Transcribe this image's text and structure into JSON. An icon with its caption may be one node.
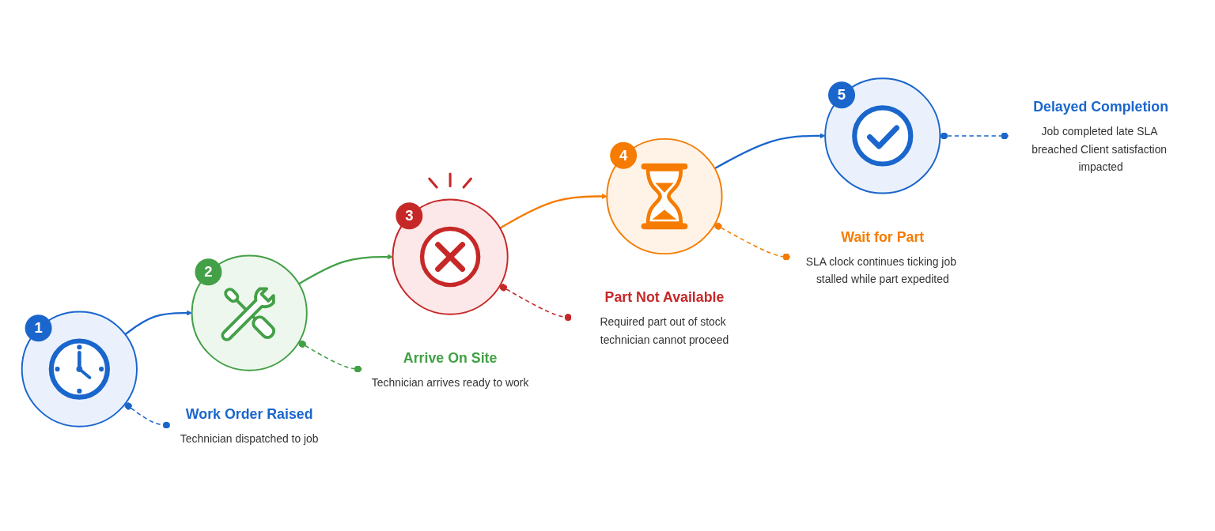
{
  "diagram": {
    "nodes": [
      {
        "text": [
          "1"
        ]
      },
      {
        "text": [
          "Work Order Raised",
          "Technician dispatched to job"
        ]
      },
      {
        "text": [
          "2"
        ]
      },
      {
        "text": [
          "Arrive On Site",
          "Technician arrives ready to work"
        ]
      },
      {
        "text": [
          "3"
        ]
      },
      {
        "text": [
          "Part Not Available",
          "Required part out of stock technician cannot proceed"
        ]
      },
      {
        "text": [
          "4"
        ]
      },
      {
        "text": [
          "Wait for Part",
          "SLA clock continues ticking job stalled while part expedited"
        ]
      },
      {
        "text": [
          "5"
        ]
      },
      {
        "text": [
          "Delayed Completion",
          "Job completed late SLA breached Client satisfaction impacted"
        ]
      }
    ],
    "edges": [
      {
        "from": 0,
        "to": 2,
        "arrow": "to"
      },
      {
        "from": 2,
        "to": 4,
        "arrow": "to",
        "color": "#43a047"
      },
      {
        "from": 4,
        "to": 6,
        "arrow": "to",
        "color": "#f57c00"
      },
      {
        "from": 6,
        "to": 8,
        "arrow": "to"
      },
      {
        "from": 0,
        "to": 1,
        "arrow": "other",
        "style": "dashed"
      },
      {
        "from": 2,
        "to": 3,
        "arrow": "other",
        "style": "dashed",
        "color": "#43a047"
      },
      {
        "from": 4,
        "to": 5,
        "arrow": "other",
        "style": "dashed",
        "color": "#c62828"
      },
      {
        "from": 6,
        "to": 7,
        "arrow": "other",
        "style": "dashed",
        "color": "#f57c00"
      },
      {
        "from": 8,
        "to": 9,
        "arrow": "other",
        "style": "dashed"
      }
    ]
  }
}
